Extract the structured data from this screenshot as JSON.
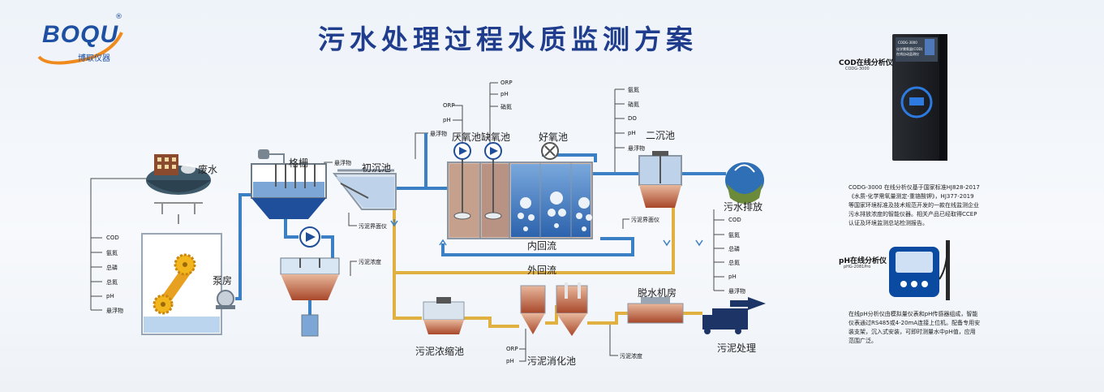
{
  "brand": {
    "logo": "BOQU",
    "sub": "博取仪器",
    "reg": "®"
  },
  "title": "污水处理过程水质监测方案",
  "stages": {
    "wastewater": "废水",
    "grille": "格栅",
    "primary": "初沉池",
    "anaerobic": "厌氧池",
    "anoxic": "缺氧池",
    "aerobic": "好氧池",
    "secondary": "二沉池",
    "discharge": "污水排放",
    "pump": "泵房",
    "thickener": "污泥浓缩池",
    "digester": "污泥消化池",
    "dewater": "脱水机房",
    "sludge_treat": "污泥处理"
  },
  "flows": {
    "inner": "内回流",
    "outer": "外回流"
  },
  "params": {
    "influent": [
      "COD",
      "氨氮",
      "总磷",
      "总氮",
      "pH",
      "悬浮物"
    ],
    "grille_ss": "悬浮物",
    "primary_ss": "悬浮物",
    "sludge_level": "污泥界面仪",
    "sludge_conc": "污泥浓度",
    "anaerobic": [
      "ORP",
      "pH"
    ],
    "anoxic": [
      "ORP",
      "pH",
      "硝氮"
    ],
    "aerobic": [
      "氨氮",
      "硝氮",
      "DO",
      "pH",
      "悬浮物"
    ],
    "secondary_level": "污泥界面仪",
    "discharge": [
      "COD",
      "氨氮",
      "总磷",
      "总氮",
      "pH",
      "悬浮物"
    ],
    "digester": [
      "ORP",
      "pH"
    ],
    "dewater_conc": "污泥浓度"
  },
  "cod_card": {
    "title": "COD在线分析仪",
    "model": "CODG-3000",
    "screen_label": "CODG-3000",
    "screen_text1": "化学需氧量(COD)",
    "screen_text2": "在线自动监测仪",
    "desc_lines": [
      "CODG-3000    在线分析仪基于国家标准HJ828-2017",
      "《水质-化学需氧量测定-重铬酸钾》，HJ377-2019",
      "等国家环境标准及技术规范开发的一款在线监测企业",
      "污水排放浓度的智能仪器。相关产品已经取得CCEP",
      "认证及环境监测总站检测报告。"
    ]
  },
  "ph_card": {
    "title": "pH在线分析仪",
    "model": "pHG-2081Pro",
    "desc_lines": [
      "在线pH分析仪由模拟量仪表和pH传感器组成，智能",
      "仪表通过RS485或4-20mA连接上位机。配备专用安",
      "装支架，沉入式安装，可即时测量水中pH值，应用",
      "范围广泛。"
    ]
  },
  "colors": {
    "title": "#1f3d8c",
    "water": "#3b7fc4",
    "sludge_pipe": "#e0b040",
    "rust": "#b8562c",
    "tank_gray": "#9aa6b4"
  }
}
